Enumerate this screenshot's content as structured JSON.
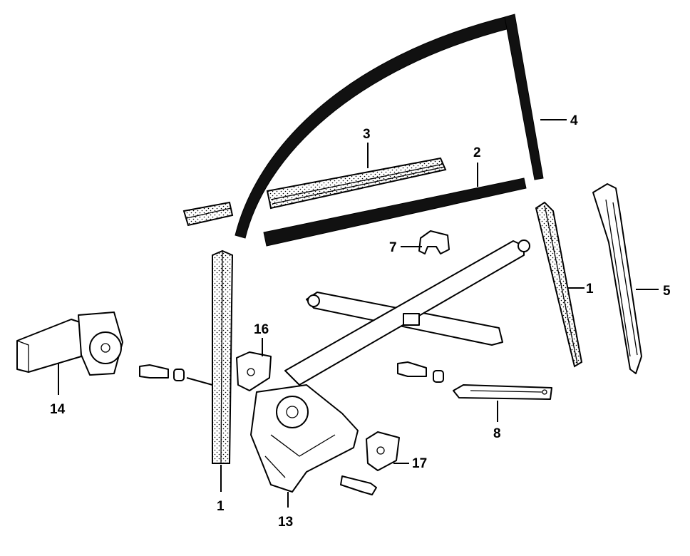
{
  "labels": {
    "l1a": "1",
    "l1b": "1",
    "l2": "2",
    "l3": "3",
    "l4": "4",
    "l5": "5",
    "l7": "7",
    "l8": "8",
    "l13": "13",
    "l14": "14",
    "l16": "16",
    "l17": "17"
  },
  "colors": {
    "ink": "#000000",
    "background": "#ffffff",
    "seal": "#111111"
  }
}
